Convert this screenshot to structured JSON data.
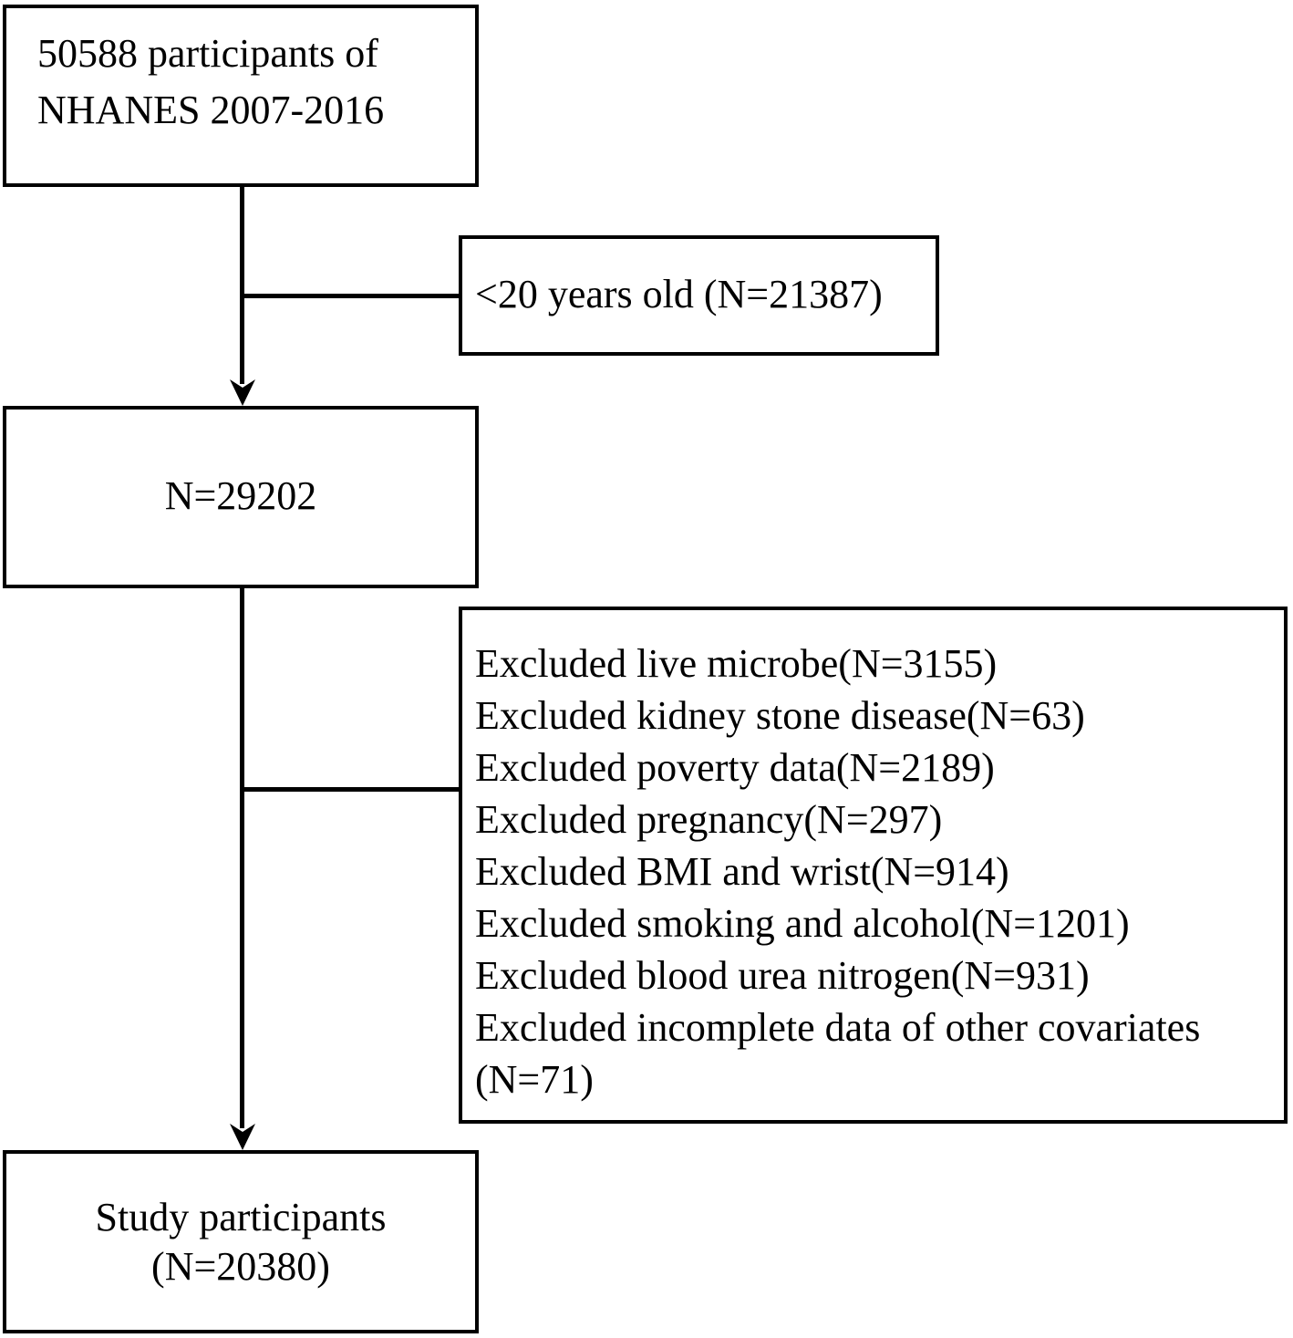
{
  "figure": {
    "type": "study-flow-diagram",
    "orientation": "top-to-bottom",
    "line_color": "#000000",
    "box_fill": "#ffffff",
    "border_color": "#000000"
  },
  "source_box": {
    "text": "50588 participants of\nNHANES 2007-2016",
    "count": 50588,
    "cohort": "NHANES 2007-2016"
  },
  "exclusion_age": {
    "text": "<20 years old (N=21387)",
    "reason": "<20 years old",
    "count": 21387
  },
  "stage2_box": {
    "text": "N=29202",
    "count": 29202
  },
  "exclusion_list": {
    "text": "Excluded live microbe(N=3155)\nExcluded kidney stone disease(N=63)\nExcluded poverty data(N=2189)\nExcluded pregnancy(N=297)\nExcluded BMI and wrist(N=914)\nExcluded smoking and alcohol(N=1201)\nExcluded blood urea nitrogen(N=931)\nExcluded incomplete data of other covariates\n(N=71)",
    "items": [
      {
        "reason": "Excluded live microbe",
        "count": 3155,
        "line": "Excluded live microbe(N=3155)"
      },
      {
        "reason": "Excluded kidney stone disease",
        "count": 63,
        "line": "Excluded kidney stone disease(N=63)"
      },
      {
        "reason": "Excluded poverty data",
        "count": 2189,
        "line": "Excluded poverty data(N=2189)"
      },
      {
        "reason": "Excluded pregnancy",
        "count": 297,
        "line": "Excluded pregnancy(N=297)"
      },
      {
        "reason": "Excluded BMI and wrist",
        "count": 914,
        "line": "Excluded BMI and wrist(N=914)"
      },
      {
        "reason": "Excluded smoking and alcohol",
        "count": 1201,
        "line": "Excluded smoking and alcohol(N=1201)"
      },
      {
        "reason": "Excluded blood urea nitrogen",
        "count": 931,
        "line": "Excluded blood urea nitrogen(N=931)"
      },
      {
        "reason": "Excluded incomplete data of other covariates",
        "count": 71,
        "line": "Excluded incomplete data of other covariates (N=71)"
      }
    ]
  },
  "final_box": {
    "text": "Study participants\n(N=20380)",
    "label": "Study participants",
    "count": 20380
  }
}
